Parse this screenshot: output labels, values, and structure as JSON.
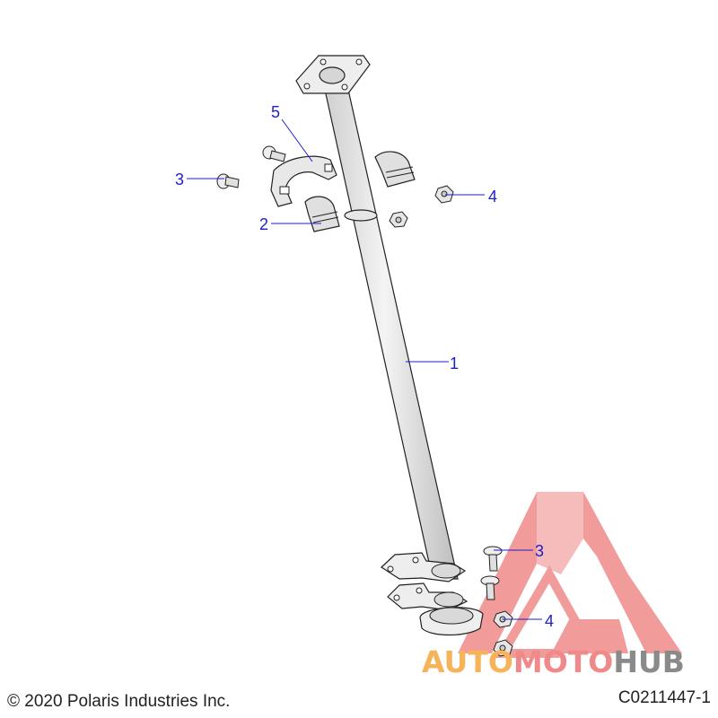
{
  "callouts": [
    {
      "label": "1"
    },
    {
      "label": "2"
    },
    {
      "label": "3"
    },
    {
      "label": "4"
    },
    {
      "label": "5"
    },
    {
      "label": "3"
    },
    {
      "label": "4"
    }
  ],
  "footer": {
    "copyright": "© 2020 Polaris Industries Inc.",
    "diagram_id": "C0211447-1"
  },
  "watermark": {
    "part1": "AUTO",
    "part2": "MOTO",
    "part3": "HUB"
  },
  "colors": {
    "callout_text": "#1e1ec8",
    "part_fill": "#e6e6e6",
    "part_stroke": "#222222",
    "watermark_red": "#f08a8a",
    "watermark_orange": "#f6b35a",
    "watermark_gray": "#8a8a8a"
  }
}
